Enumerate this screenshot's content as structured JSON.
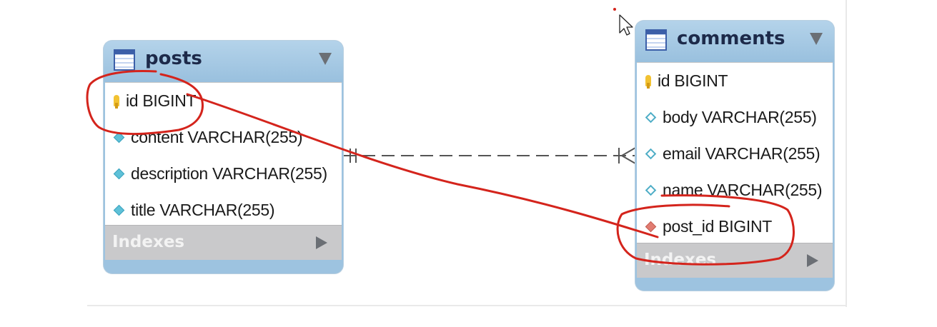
{
  "entities": {
    "posts": {
      "name": "posts",
      "columns": [
        {
          "text": "id BIGINT",
          "icon": "primary-key-icon"
        },
        {
          "text": "content VARCHAR(255)",
          "icon": "column-diamond-filled-icon"
        },
        {
          "text": "description VARCHAR(255)",
          "icon": "column-diamond-filled-icon"
        },
        {
          "text": "title VARCHAR(255)",
          "icon": "column-diamond-filled-icon"
        }
      ],
      "indexes_label": "Indexes"
    },
    "comments": {
      "name": "comments",
      "columns": [
        {
          "text": "id BIGINT",
          "icon": "primary-key-icon"
        },
        {
          "text": "body VARCHAR(255)",
          "icon": "column-diamond-hollow-icon"
        },
        {
          "text": "email VARCHAR(255)",
          "icon": "column-diamond-hollow-icon"
        },
        {
          "text": "name VARCHAR(255)",
          "icon": "column-diamond-hollow-icon"
        },
        {
          "text": "post_id BIGINT",
          "icon": "foreign-key-diamond-icon"
        }
      ],
      "indexes_label": "Indexes"
    }
  },
  "relationship": {
    "from": "posts",
    "to": "comments",
    "from_cardinality": "one-and-only-one",
    "to_cardinality": "one-or-many",
    "line_style": "dashed"
  },
  "annotations": {
    "color": "#d4241c",
    "marks": [
      "circle-around-posts-id",
      "circle-around-comments-post_id",
      "connector-line"
    ]
  },
  "colors": {
    "header": "#9dc3e0",
    "indexes_bar": "#c9c9cb",
    "annotation_red": "#d4241c"
  }
}
